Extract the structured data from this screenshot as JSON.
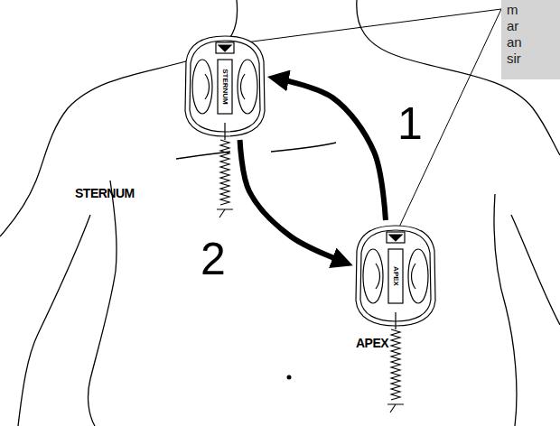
{
  "diagram": {
    "nodes": [
      {
        "text": [
          "STERNUM",
          "STERNUM"
        ]
      },
      {
        "text": [
          "APEX",
          "APEX"
        ]
      },
      {
        "text": [
          "m ar an sir"
        ]
      }
    ],
    "edges": [
      {
        "from": 1,
        "to": 0,
        "arrow": "to",
        "label": "1"
      },
      {
        "from": 0,
        "to": 1,
        "arrow": "to",
        "label": "2"
      },
      {
        "from": 2,
        "to": 0,
        "arrow": "to"
      },
      {
        "from": 2,
        "to": 1,
        "arrow": "to"
      }
    ]
  }
}
